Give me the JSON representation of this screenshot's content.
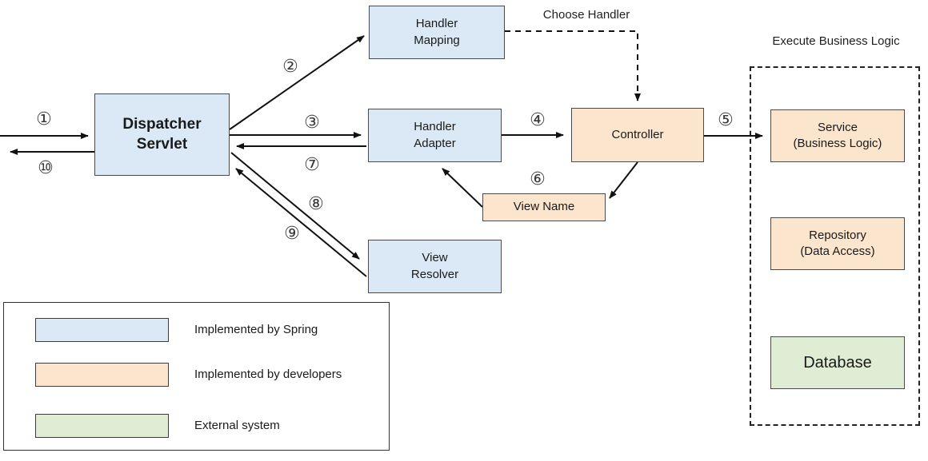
{
  "nodes": {
    "dispatcher_servlet": "Dispatcher\nServlet",
    "handler_mapping": "Handler\nMapping",
    "handler_adapter": "Handler\nAdapter",
    "controller": "Controller",
    "view_name": "View Name",
    "view_resolver": "View\nResolver",
    "service": "Service\n(Business Logic)",
    "repository": "Repository\n(Data Access)",
    "database": "Database"
  },
  "labels": {
    "choose_handler": "Choose Handler",
    "execute_business_logic": "Execute Business Logic"
  },
  "steps": [
    "①",
    "②",
    "③",
    "④",
    "⑤",
    "⑥",
    "⑦",
    "⑧",
    "⑨",
    "⑩"
  ],
  "legend": {
    "items": [
      {
        "color": "#dbe9f6",
        "label": "Implemented by Spring"
      },
      {
        "color": "#fce5cd",
        "label": "Implemented by developers"
      },
      {
        "color": "#deedd4",
        "label": "External system"
      }
    ]
  },
  "colors": {
    "spring_blue": "#dbe9f6",
    "developer_orange": "#fce5cd",
    "external_green": "#deedd4",
    "box_border": "#4a4a4a",
    "arrow": "#111111"
  }
}
